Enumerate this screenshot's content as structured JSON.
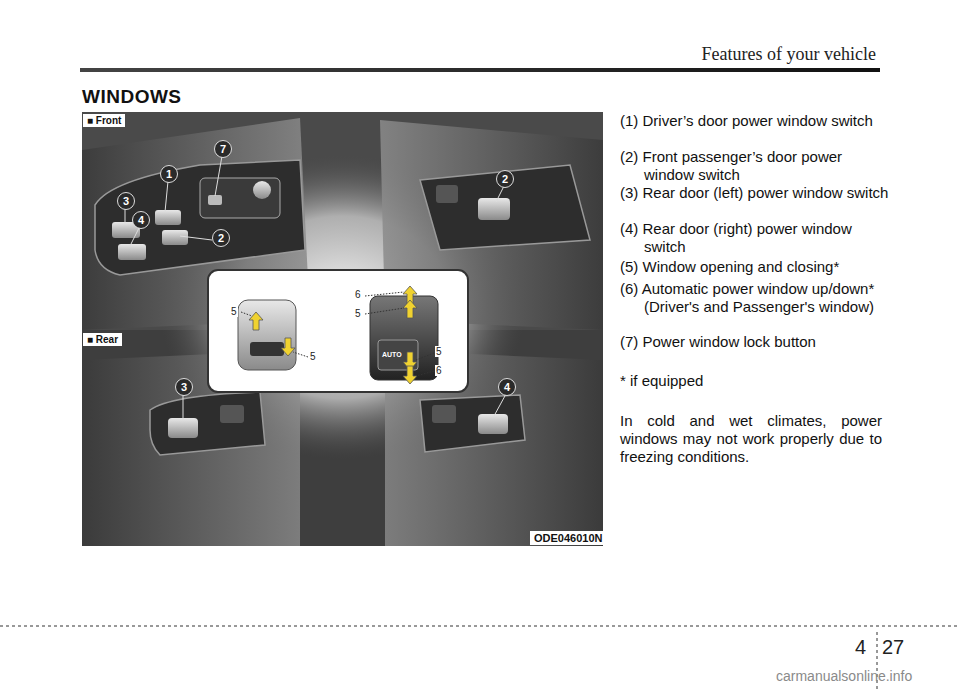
{
  "diagram": {
    "title": "WINDOWS",
    "labels": [
      "Features of your vehicle",
      "■ Front",
      "1",
      "7",
      "3",
      "4",
      "2",
      "2",
      "5",
      "5",
      "6",
      "5",
      "AUTO",
      "5",
      "6",
      "■ Rear",
      "3",
      "4",
      "ODE046010N",
      "(1) Driver’s door power window switch",
      "(2) Front passenger’s door power window switch",
      "(3) Rear door (left) power window switch",
      "(4) Rear door (right) power window switch",
      "(5) Window opening and closing*",
      "(6) Automatic power window up/down* (Driver's and Passenger's window)",
      "(7) Power window lock button",
      "* if equipped",
      "In cold and wet climates, power windows may not work properly due to freezing conditions.",
      "4",
      "27",
      "carmanualsonline.info"
    ]
  }
}
